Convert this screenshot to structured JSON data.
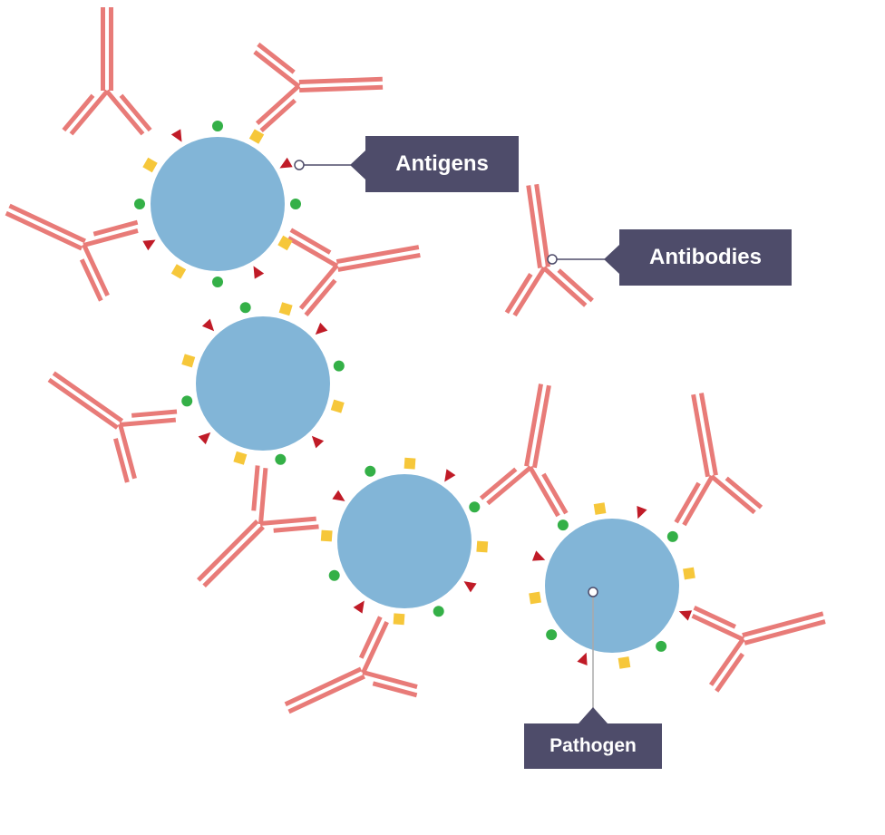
{
  "labels": {
    "antigens": "Antigens",
    "antibodies": "Antibodies",
    "pathogen": "Pathogen"
  },
  "colors": {
    "pathogen": "#82b5d7",
    "antibody": "#e87b78",
    "antigen_dot": "#34b047",
    "antigen_square": "#f6c73a",
    "antigen_triangle": "#c01b27",
    "label_bg": "#4e4c6a"
  }
}
